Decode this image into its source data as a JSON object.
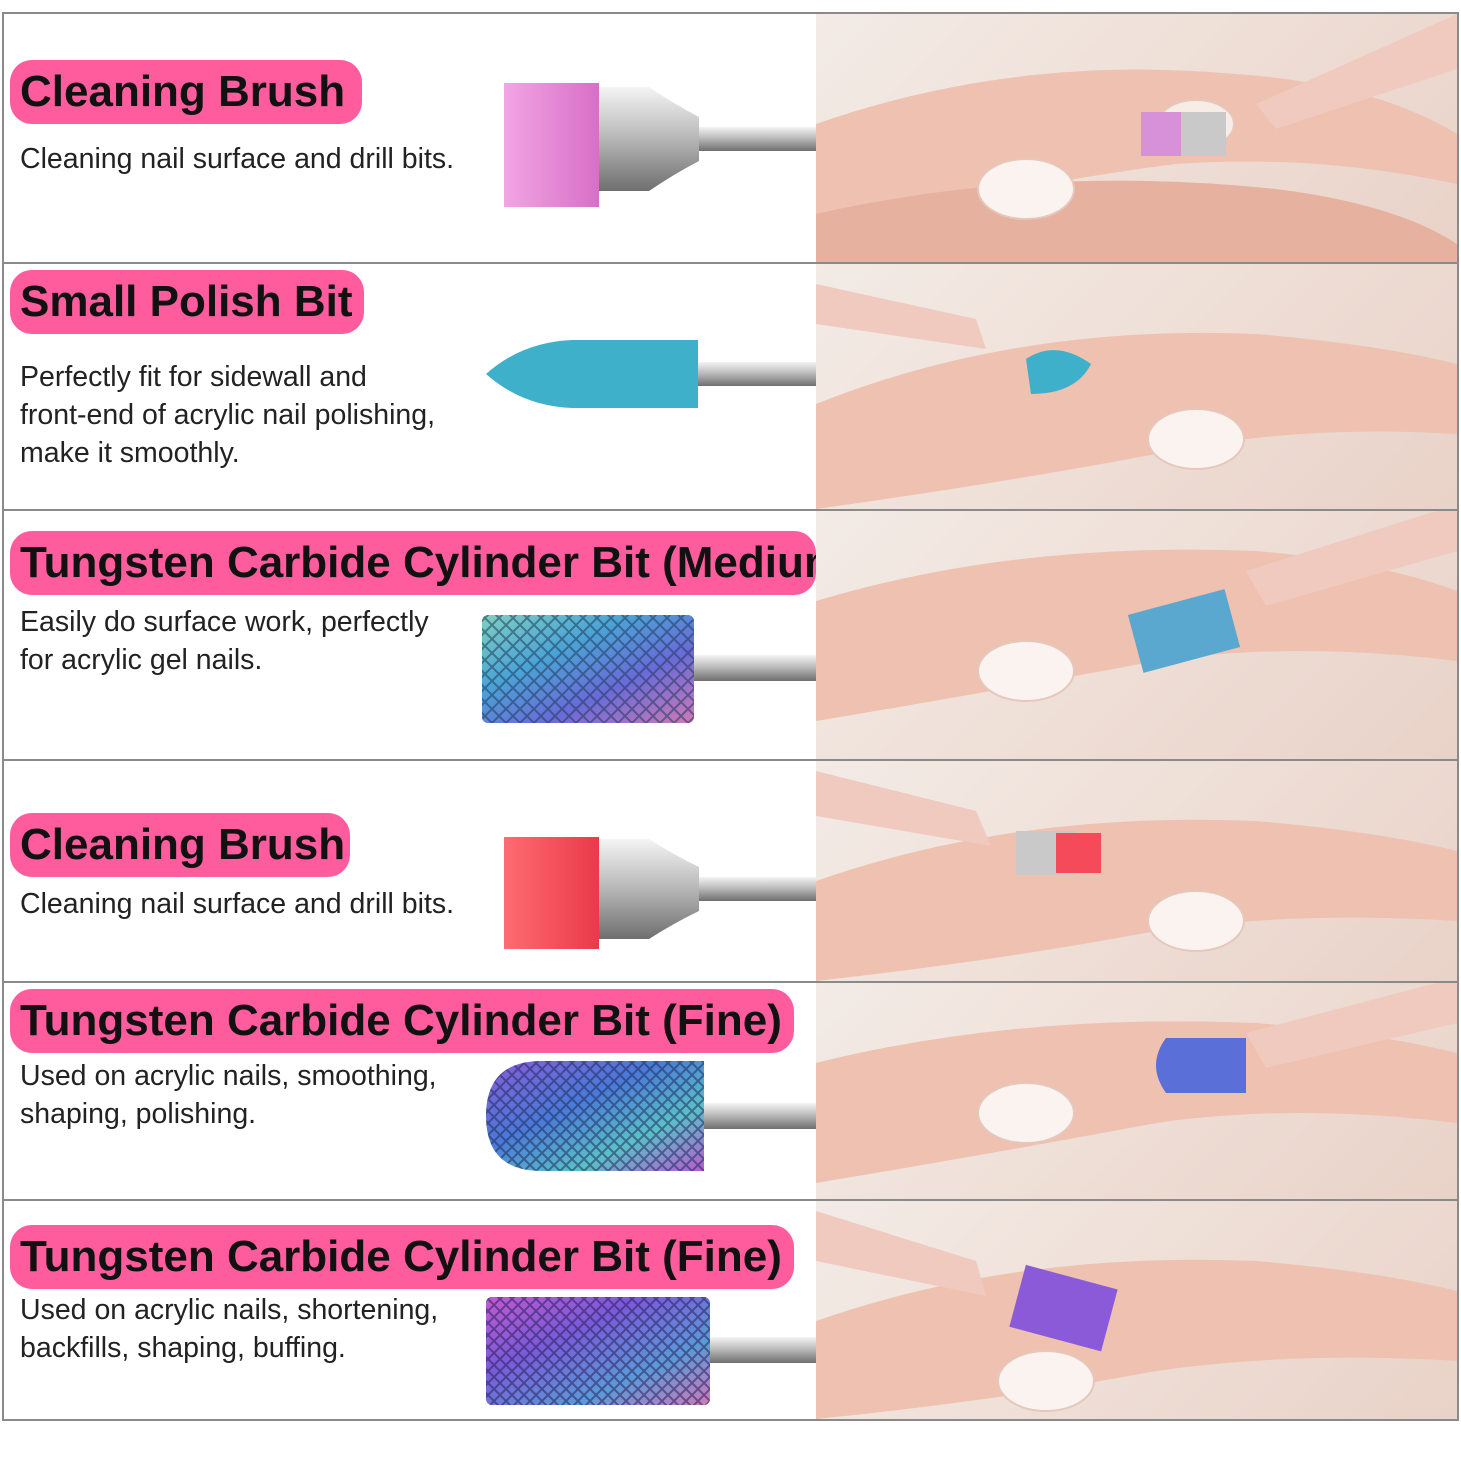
{
  "items": [
    {
      "title": "Cleaning Brush",
      "lines": [
        "Cleaning nail surface and drill bits."
      ],
      "bit": "brush",
      "color": "#e889d6"
    },
    {
      "title": "Small Polish Bit",
      "lines": [
        "Perfectly fit for sidewall and",
        "front-end of acrylic nail polishing,",
        "make it smoothly."
      ],
      "bit": "cone",
      "color": "#3fb6cf"
    },
    {
      "title": "Tungsten Carbide Cylinder Bit (Medium)",
      "lines": [
        "Easily do surface work, perfectly",
        "for acrylic gel nails."
      ],
      "bit": "cylinder",
      "color": "#5fb6c8"
    },
    {
      "title": "Cleaning Brush",
      "lines": [
        "Cleaning nail surface and drill bits."
      ],
      "bit": "brush",
      "color": "#f44a5a"
    },
    {
      "title": "Tungsten Carbide Cylinder Bit (Fine)",
      "lines": [
        "Used on acrylic nails, smoothing,",
        "shaping, polishing."
      ],
      "bit": "round-cylinder",
      "color": "#5a6fd8"
    },
    {
      "title": "Tungsten Carbide Cylinder Bit (Fine)",
      "lines": [
        "Used on acrylic nails, shortening,",
        "backfills, shaping, buffing."
      ],
      "bit": "cylinder",
      "color": "#8a5ad8"
    }
  ]
}
